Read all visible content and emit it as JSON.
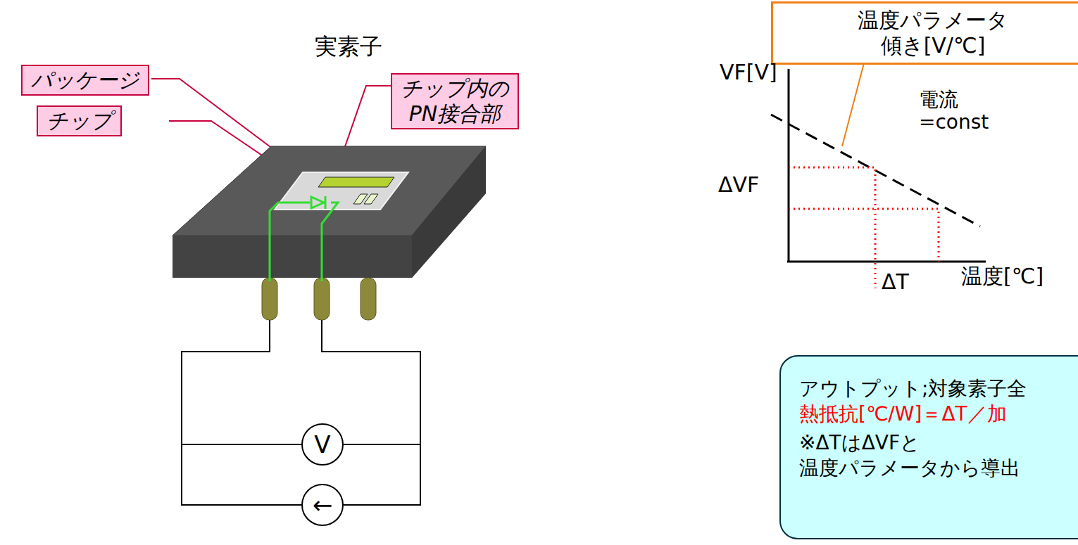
{
  "diagram": {
    "nodes": [
      {
        "text": [
          "パッケージ"
        ]
      },
      {
        "text": [
          "チップ"
        ]
      },
      {
        "text": [
          "チップ内の PN接合部"
        ]
      },
      {
        "text": [
          "V"
        ]
      },
      {
        "text": [
          "←"
        ]
      },
      {
        "text": [
          "温度パラメータ 傾き[V/℃]"
        ]
      },
      {
        "text": [
          "アウトプット;対象素子全",
          "熱抵抗[℃/W]＝ΔT／加",
          "※ΔTはΔVFと 温度パラメータから導出"
        ]
      }
    ],
    "labels": [
      "実素子",
      "VF[V]",
      "ΔVF",
      "電流 =const",
      "ΔT",
      "温度[℃]"
    ]
  }
}
